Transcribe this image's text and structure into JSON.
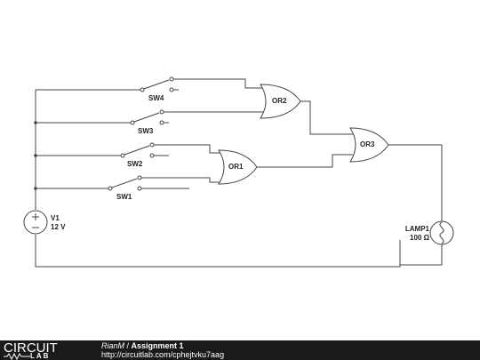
{
  "circuit": {
    "switches": [
      "SW4",
      "SW3",
      "SW2",
      "SW1"
    ],
    "gates": [
      "OR2",
      "OR3",
      "OR1"
    ],
    "source": {
      "name": "V1",
      "value": "12 V"
    },
    "lamp": {
      "name": "LAMP1",
      "value": "100 Ω"
    }
  },
  "footer": {
    "logo_top": "CIRCUIT",
    "logo_bottom": "LAB",
    "author": "RianM",
    "separator": " / ",
    "title": "Assignment 1",
    "url": "http://circuitlab.com/cphejtvku7aag"
  }
}
